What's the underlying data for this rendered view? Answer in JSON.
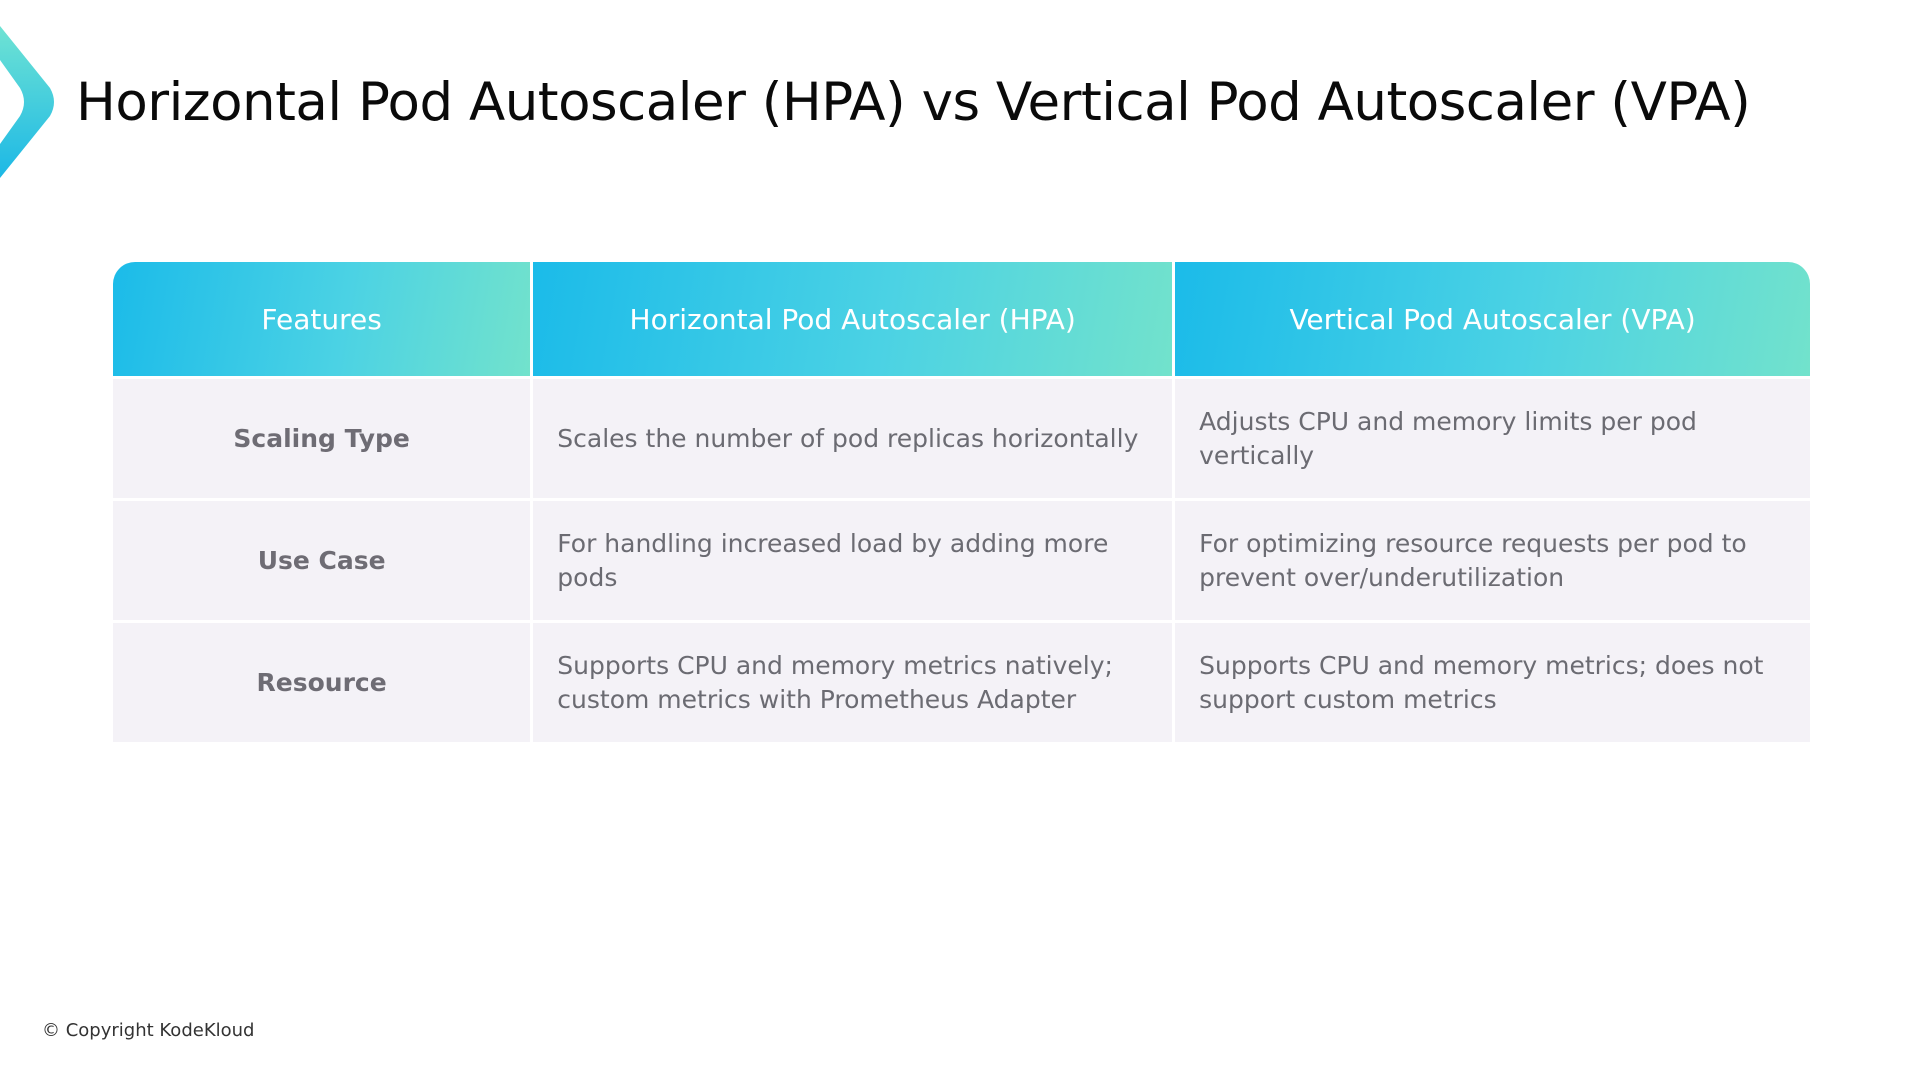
{
  "title": "Horizontal Pod Autoscaler (HPA) vs Vertical Pod Autoscaler (VPA)",
  "table": {
    "headers": [
      "Features",
      "Horizontal Pod Autoscaler (HPA)",
      "Vertical Pod Autoscaler (VPA)"
    ],
    "rows": [
      [
        "Scaling Type",
        "Scales the number of pod replicas horizontally",
        "Adjusts CPU and memory limits per pod vertically"
      ],
      [
        "Use Case",
        "For handling increased load by adding more pods",
        "For optimizing resource requests per pod to prevent over/underutilization"
      ],
      [
        "Resource",
        "Supports CPU and memory metrics natively; custom metrics with Prometheus Adapter",
        "Supports CPU and memory metrics; does not support custom metrics"
      ]
    ]
  },
  "footer": "© Copyright KodeKloud",
  "colors": {
    "accent_start": "#1bbbe9",
    "accent_end": "#72e2cc",
    "row_bg": "#f4f2f7"
  }
}
